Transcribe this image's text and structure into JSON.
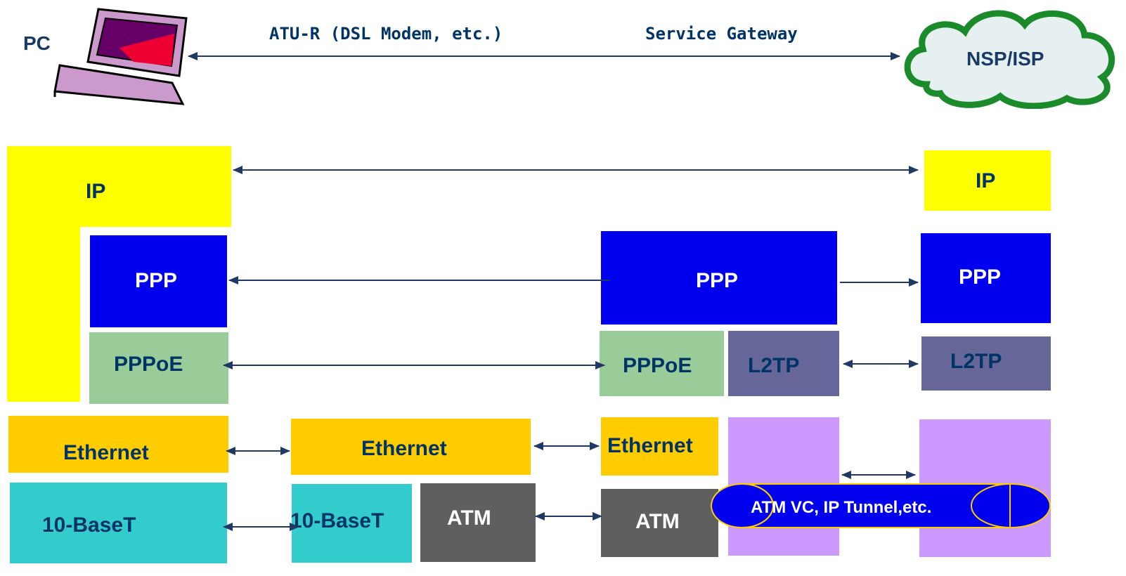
{
  "top": {
    "pc_label": "PC",
    "atu_label": "ATU-R (DSL Modem, etc.)",
    "gateway_label": "Service Gateway",
    "nsp_label": "NSP/ISP"
  },
  "stack": {
    "ip_left": "IP",
    "ip_right": "IP",
    "ppp_left": "PPP",
    "ppp_mid": "PPP",
    "ppp_right": "PPP",
    "pppoe_left": "PPPoE",
    "pppoe_mid": "PPPoE",
    "l2tp_mid": "L2TP",
    "l2tp_right": "L2TP",
    "eth_left": "Ethernet",
    "eth_modem": "Ethernet",
    "eth_gw": "Ethernet",
    "tbt_left": "10-BaseT",
    "tbt_modem": "10-BaseT",
    "atm_modem": "ATM",
    "atm_gw": "ATM",
    "tunnel": "ATM VC,  IP Tunnel,etc."
  },
  "colors": {
    "ip": "#ffff00",
    "ppp": "#0000ee",
    "pppoe": "#99cc99",
    "l2tp": "#666699",
    "ethernet": "#ffcc00",
    "tenbaset": "#33cccc",
    "atm": "#5f5f5f",
    "tunnel_column": "#cc99ff",
    "label_dark": "#003366",
    "arrow": "#1f3864"
  }
}
